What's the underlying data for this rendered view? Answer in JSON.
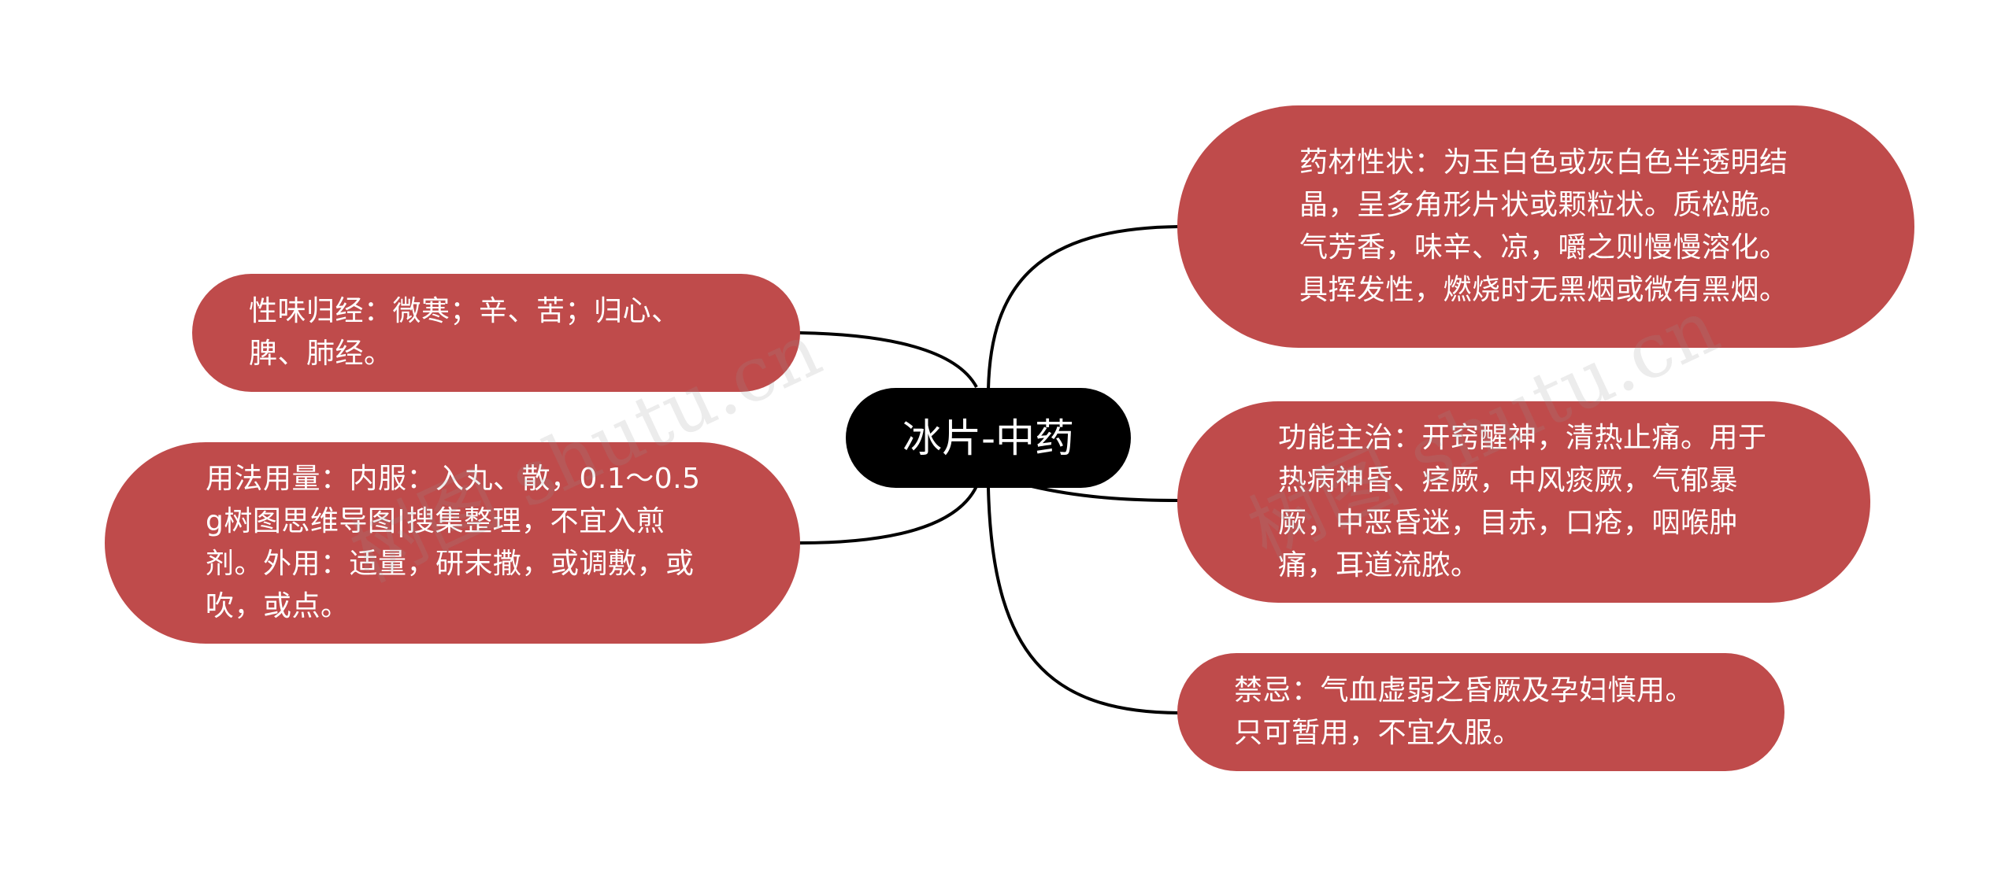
{
  "center": {
    "label": "冰片-中药"
  },
  "left_nodes": [
    {
      "id": "xingwei",
      "label": "性味归经：微寒；辛、苦；归心、脾、肺经。"
    },
    {
      "id": "yongfa",
      "label": "用法用量：内服：入丸、散，0.1～0.5g树图思维导图|搜集整理，不宜入煎剂。外用：适量，研末撒，或调敷，或吹，或点。"
    }
  ],
  "right_nodes": [
    {
      "id": "yaocai",
      "label": "药材性状：为玉白色或灰白色半透明结晶，呈多角形片状或颗粒状。质松脆。气芳香，味辛、凉，嚼之则慢慢溶化。具挥发性，燃烧时无黑烟或微有黑烟。"
    },
    {
      "id": "gongneng",
      "label": "功能主治：开窍醒神，清热止痛。用于热病神昏、痉厥，中风痰厥，气郁暴厥，中恶昏迷，目赤，口疮，咽喉肿痛，耳道流脓。"
    },
    {
      "id": "jinji",
      "label": "禁忌：气血虚弱之昏厥及孕妇慎用。只可暂用，不宜久服。"
    }
  ],
  "watermarks": [
    "树图 shutu.cn",
    "树图 shutu.cn"
  ],
  "colors": {
    "node_fill": "#bf4b4b",
    "center_fill": "#000000",
    "text": "#ffffff",
    "connector": "#000000"
  }
}
